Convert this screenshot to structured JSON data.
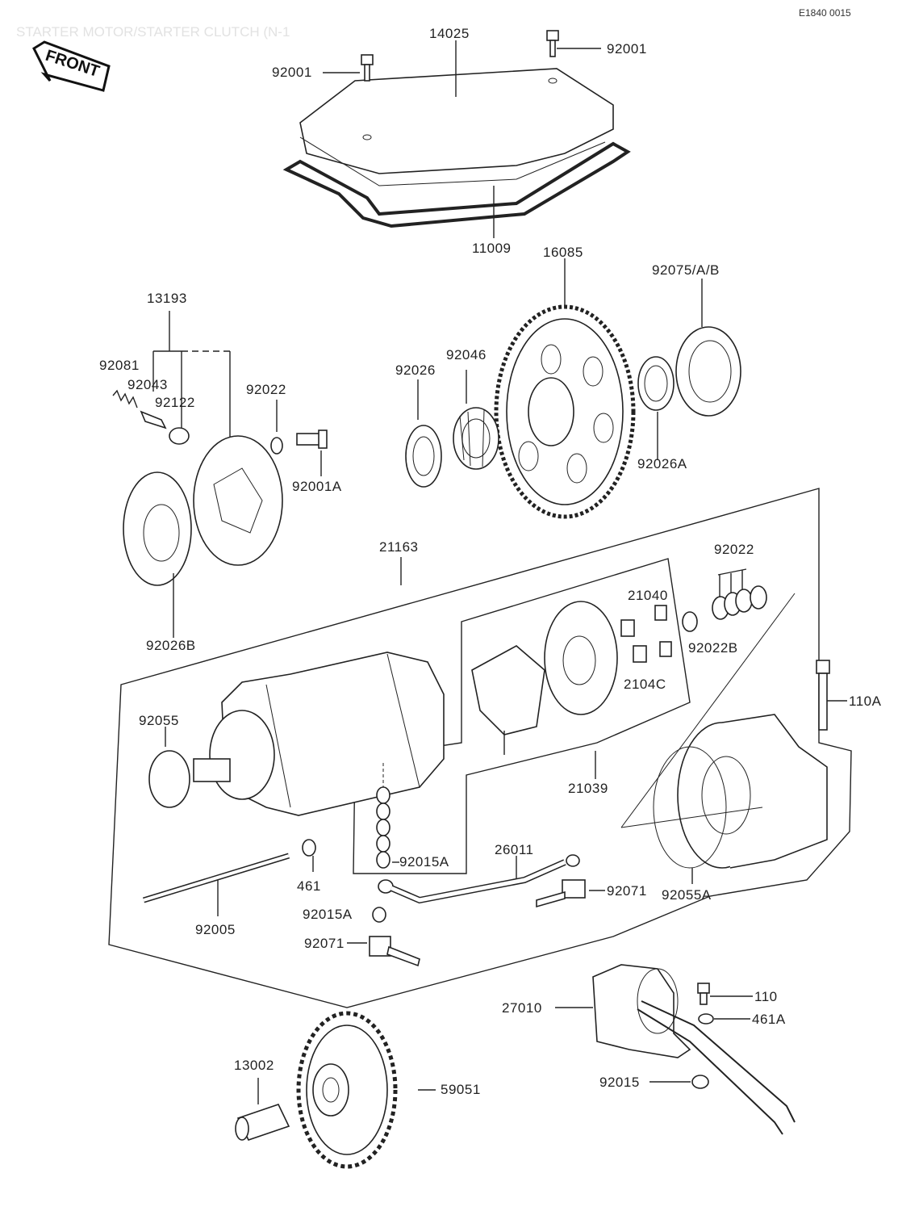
{
  "header": {
    "title": "STARTER MOTOR/STARTER CLUTCH (N-1",
    "code": "E1840 0015",
    "front_label": "FRONT"
  },
  "labels": {
    "p14025": "14025",
    "p92001_left": "92001",
    "p92001_right": "92001",
    "p11009": "11009",
    "p16085": "16085",
    "p92075": "92075/A/B",
    "p13193": "13193",
    "p92081": "92081",
    "p92043": "92043",
    "p92122": "92122",
    "p92022_top": "92022",
    "p92001A": "92001A",
    "p92026": "92026",
    "p92046": "92046",
    "p92026A": "92026A",
    "p92026B": "92026B",
    "p21163": "21163",
    "p92022_right": "92022",
    "p21040": "21040",
    "p92022B": "92022B",
    "p2104C": "2104C",
    "p110A": "110A",
    "p92055": "92055",
    "p21039": "21039",
    "p461": "461",
    "p92015A_a": "92015A",
    "p26011": "26011",
    "p92071_right": "92071",
    "p92055A": "92055A",
    "p92005": "92005",
    "p92015A_b": "92015A",
    "p92071_left": "92071",
    "p27010": "27010",
    "p110": "110",
    "p461A": "461A",
    "p13002": "13002",
    "p59051": "59051",
    "p92015": "92015"
  }
}
